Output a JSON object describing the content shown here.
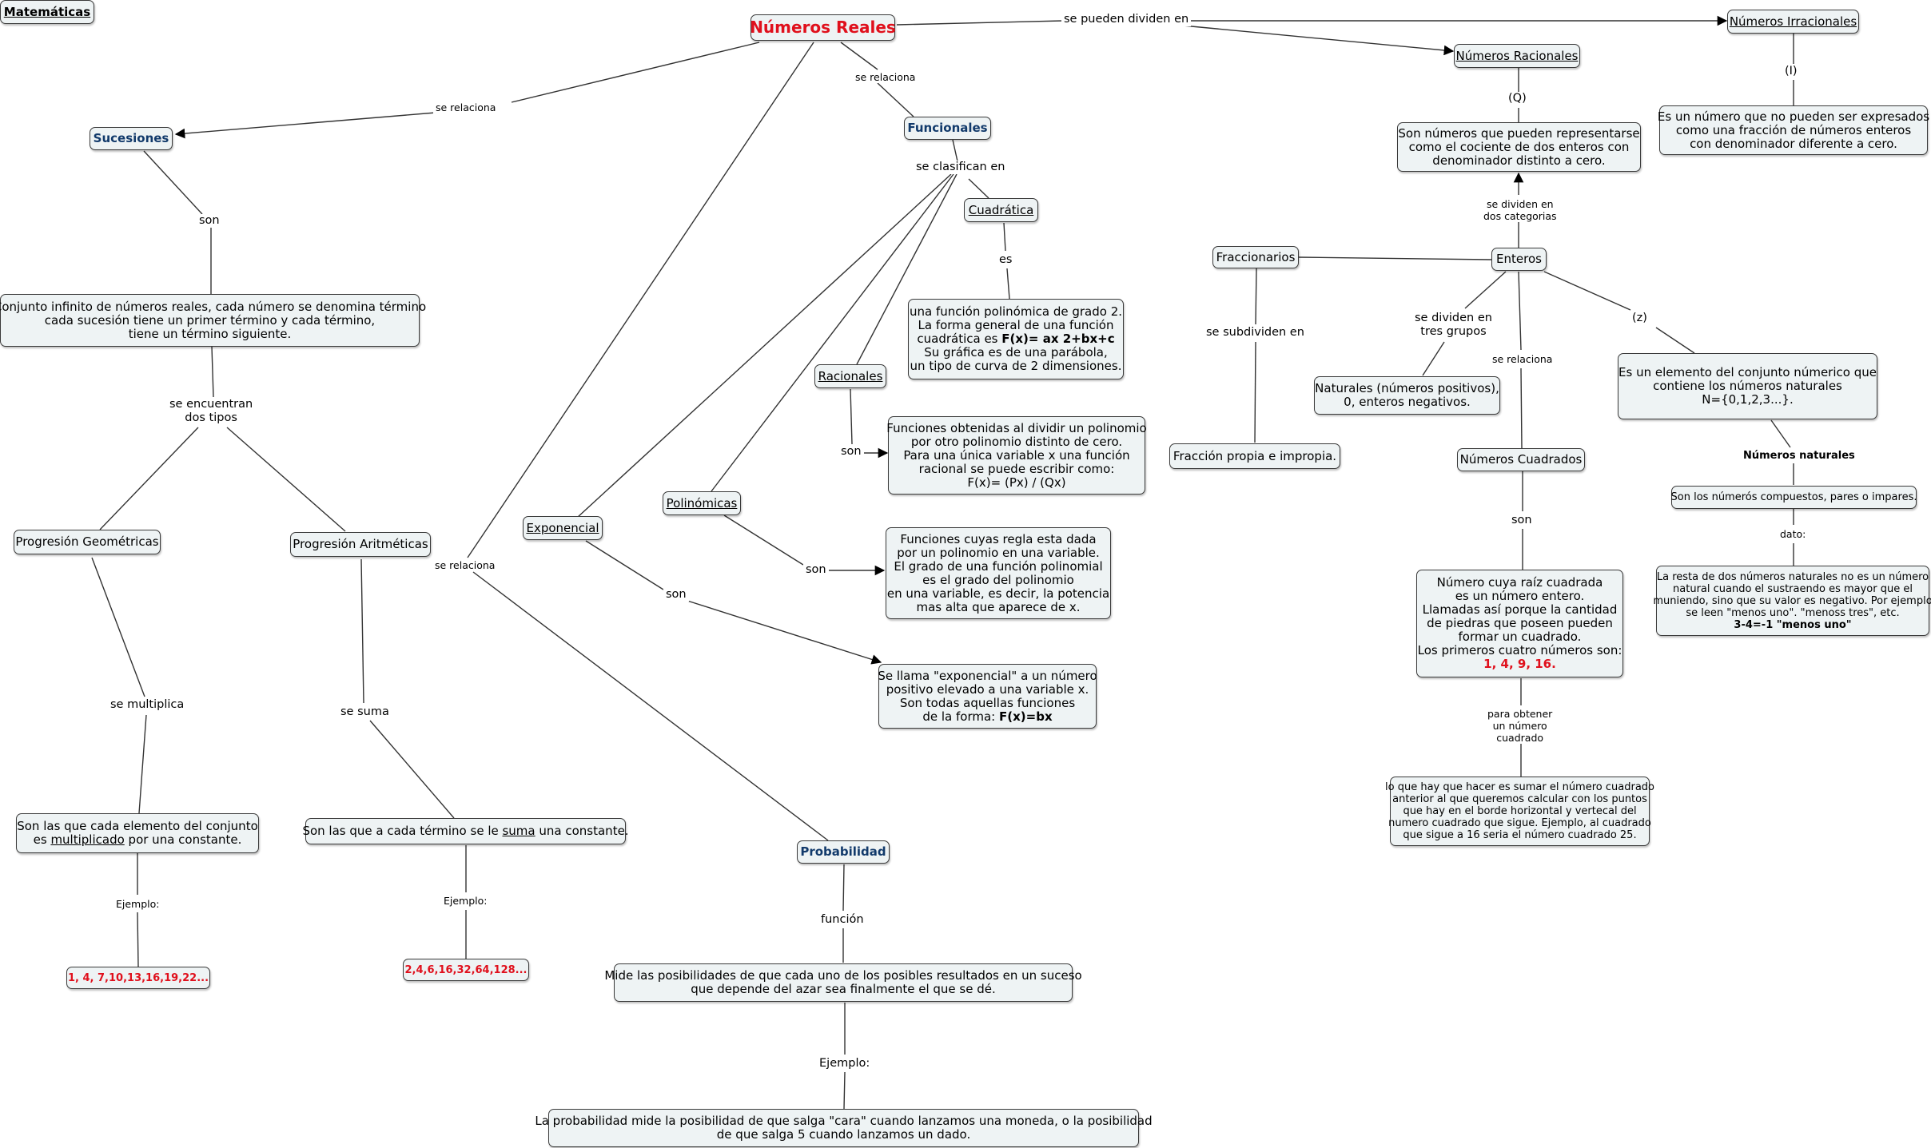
{
  "nodes": {
    "matematicas": "Matemáticas",
    "numeros_reales": "Números Reales",
    "numeros_irracionales": "Números Irracionales",
    "numeros_racionales": "Números Racionales",
    "irracionales_def": [
      "Es un número que no pueden ser expresados",
      "como una fracción de números enteros",
      "con denominador diferente a cero."
    ],
    "racionales_def": [
      "Son números que pueden representarse",
      "como el cociente de dos enteros con",
      "denominador distinto a cero."
    ],
    "sucesiones": "Sucesiones",
    "funcionales": "Funcionales",
    "cuadratica": "Cuadrática",
    "cuadratica_def": {
      "l1": "una función polinómica de grado 2.",
      "l2": "La forma general de una función",
      "l3_pre": "cuadrática es ",
      "l3_formula": "F(x)= ax 2+bx+c",
      "l4": "Su gráfica es de una parábola,",
      "l5": "un tipo de curva de 2 dimensiones."
    },
    "racionales": "Racionales",
    "racionales_fn_def": [
      "Funciones obtenidas al dividir un polinomio",
      "por otro polinomio distinto de cero.",
      "Para una única variable x una función",
      "racional se puede escribir como:",
      "F(x)= (Px) / (Qx)"
    ],
    "polinomicas": "Polinómicas",
    "polinomicas_def": [
      "Funciones cuyas regla esta dada",
      "por un polinomio en una variable.",
      "El grado de una función polinomial",
      "es el grado del polinomio",
      "en una variable, es decir, la potencia",
      "mas alta que aparece de x."
    ],
    "exponencial": "Exponencial",
    "exponencial_def": {
      "l1": "Se llama \"exponencial\" a un número",
      "l2": "positivo elevado a una variable x.",
      "l3": "Son todas aquellas funciones",
      "l4_pre": "de la forma: ",
      "l4_formula": "F(x)=bx"
    },
    "sucesiones_def": [
      "Conjunto infinito de números reales, cada número se denomina término",
      "cada sucesión tiene un primer término y cada término,",
      "tiene un término siguiente."
    ],
    "progresion_geometricas": "Progresión Geométricas",
    "progresion_aritmeticas": "Progresión Aritméticas",
    "geometricas_def": {
      "l1": "Son las que cada elemento del conjunto",
      "l2_pre": "es ",
      "l2_ul": "multiplicado",
      "l2_post": " por una constante."
    },
    "aritmeticas_def": {
      "pre": "Son las que a cada término se le ",
      "ul": "suma",
      "post": " una constante."
    },
    "ejemplo_geometrica": "1, 4, 7,10,13,16,19,22...",
    "ejemplo_aritmetica": "2,4,6,16,32,64,128...",
    "probabilidad": "Probabilidad",
    "probabilidad_def": [
      "Mide las posibilidades de que cada uno de los posibles resultados en un suceso",
      "que depende del azar sea finalmente el que se dé."
    ],
    "probabilidad_ejemplo": [
      "La probabilidad mide la posibilidad de que salga \"cara\" cuando lanzamos una moneda, o la posibilidad",
      "de que salga 5 cuando lanzamos un dado."
    ],
    "fraccionarios": "Fraccionarios",
    "enteros": "Enteros",
    "fraccion_propia": "Fracción propia e impropia.",
    "naturales_list": [
      "Naturales (números positivos),",
      "0, enteros negativos."
    ],
    "numeros_cuadrados": "Números Cuadrados",
    "z_def": [
      "Es un elemento del conjunto númerico que",
      "contiene los números naturales",
      "N={0,1,2,3...}."
    ],
    "naturales_desc": "Son los númerós compuestos, pares o impares.",
    "dato_def": {
      "l1": "La resta de dos números naturales no es un número",
      "l2": "natural cuando el sustraendo es mayor que el",
      "l3": "muniendo, sino que su valor es negativo. Por ejemplo",
      "l4": "se leen \"menos uno\". \"menoss tres\", etc.",
      "l5": "3-4=-1 \"menos uno\""
    },
    "cuadrados_def": {
      "l1": "Número cuya raíz cuadrada",
      "l2": "es un número entero.",
      "l3": "Llamadas así porque la cantidad",
      "l4": "de piedras que poseen pueden",
      "l5": "formar un cuadrado.",
      "l6": "Los primeros cuatro números son:",
      "l7": "1, 4, 9, 16."
    },
    "cuadrado_siguiente": [
      "lo que hay que hacer es sumar el número cuadrado",
      "anterior al que queremos calcular con los puntos",
      "que hay en el borde horizontal y vertecal del",
      "numero cuadrado que sigue. Ejemplo, al cuadrado",
      "que sigue a 16 seria el número cuadrado 25."
    ]
  },
  "labels": {
    "se_pueden_dividen_en": "se pueden dividen en",
    "se_relaciona_sucesiones": "se relaciona",
    "se_relaciona_funcionales": "se relaciona",
    "se_relaciona_probabilidad": "se relaciona",
    "se_relaciona_enteros": "se relaciona",
    "irracionales_symbol": "(I)",
    "racionales_symbol": "(Q)",
    "z_symbol": "(z)",
    "se_clasifican_en": "se clasifican en",
    "es": "es",
    "son_racionales": "son",
    "son_polinomicas": "son",
    "son_exponencial": "son",
    "son_sucesiones": "son",
    "se_encuentran": [
      "se encuentran",
      "dos tipos"
    ],
    "se_multiplica": "se multiplica",
    "se_suma": "se suma",
    "ejemplo_1": "Ejemplo:",
    "ejemplo_2": "Ejemplo:",
    "funcion": "función",
    "ejemplo_prob": "Ejemplo:",
    "se_dividen_dos": [
      "se dividen en",
      "dos categorias"
    ],
    "se_subdividen_en": "se subdividen en",
    "se_dividen_tres": [
      "se dividen en",
      "tres grupos"
    ],
    "numeros_naturales": "Números naturales",
    "dato": "dato:",
    "son_cuadrados": "son",
    "para_obtener": [
      "para obtener",
      "un número",
      "cuadrado"
    ]
  },
  "colors": {
    "node_fill": "#eef3f4",
    "node_border": "#3a3a3a",
    "title_red": "#e0101c",
    "title_blue": "#123a6b",
    "line": "#333333"
  }
}
